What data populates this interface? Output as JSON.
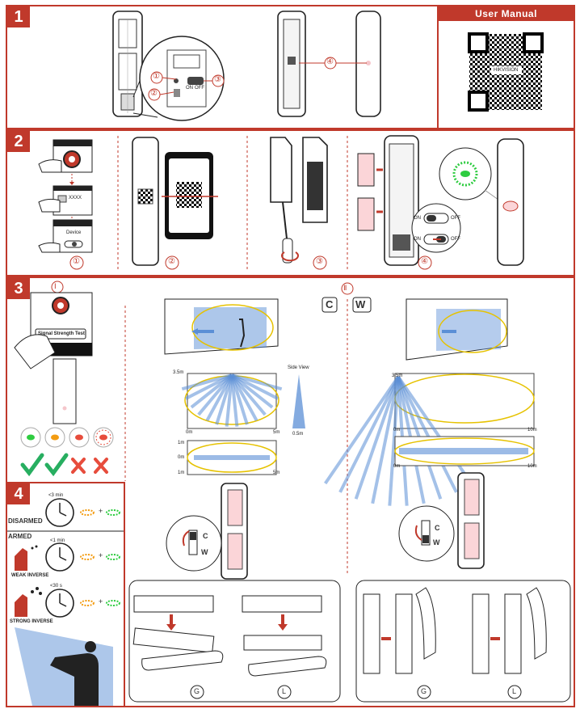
{
  "sections": {
    "s1": "1",
    "s2": "2",
    "s3": "3",
    "s4": "4"
  },
  "manual": {
    "header": "User Manual",
    "qr_caption": "HIKVISION"
  },
  "section1": {
    "callouts": [
      "①",
      "②",
      "③",
      "④"
    ],
    "switch_on": "ON",
    "switch_off": "OFF"
  },
  "section2": {
    "phone_code": "XXXX",
    "device_label": "Device",
    "steps": [
      "①",
      "②",
      "③",
      "④"
    ],
    "switch_on": "ON",
    "switch_off": "OFF"
  },
  "section3": {
    "step_i": "Ⅰ",
    "step_ii": "Ⅱ",
    "signal_test_label": "Signal Strength Test",
    "mode_c": "C",
    "mode_w": "W",
    "side_view": "Side View",
    "height_label": "3.5m",
    "left_axis": [
      "3.5m",
      "1m",
      "0m",
      "1m"
    ],
    "bottom_left": [
      "0m",
      "5m"
    ],
    "bottom_right": [
      "0m",
      "10m"
    ],
    "side_width": "0.5m",
    "ring_colors": [
      "#2ecc40",
      "#f39c12",
      "#e74c3c",
      "#e74c3c"
    ],
    "mount_letters": [
      "G",
      "L",
      "G",
      "L"
    ],
    "switch_c": "C",
    "switch_w": "W"
  },
  "section4": {
    "disarmed": "DISARMED",
    "armed": "ARMED",
    "t1": "<3 min",
    "t2": "<1 min",
    "t3": "<30 s",
    "weak": "WEAK INVERSE",
    "strong": "STRONG INVERSE",
    "plus": "+"
  },
  "colors": {
    "accent": "#c0392b",
    "beam": "#5b8fd6",
    "orange": "#f39c12",
    "green": "#2ecc40"
  }
}
